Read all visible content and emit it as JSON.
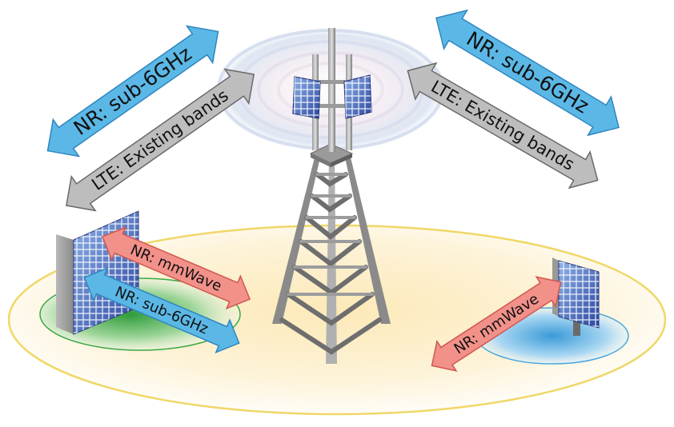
{
  "labels": {
    "nr_sub6_left": "NR: sub-6GHz",
    "lte_left": "LTE: Existing bands",
    "nr_sub6_right": "NR: sub-6GHz",
    "lte_right": "LTE: Existing bands",
    "nr_mmwave_left": "NR: mmWave",
    "nr_sub6_small_cell": "NR: sub-6GHz",
    "nr_mmwave_right": "NR: mmWave"
  },
  "colors": {
    "nr_sub6": "#5bb8e6",
    "lte": "#b8b8b8",
    "mmwave": "#f2918a",
    "ground_ring": "#f2dc6a",
    "left_cell": "#3aa844",
    "right_cell": "#4aa6de",
    "panel": "#3f59a8"
  }
}
